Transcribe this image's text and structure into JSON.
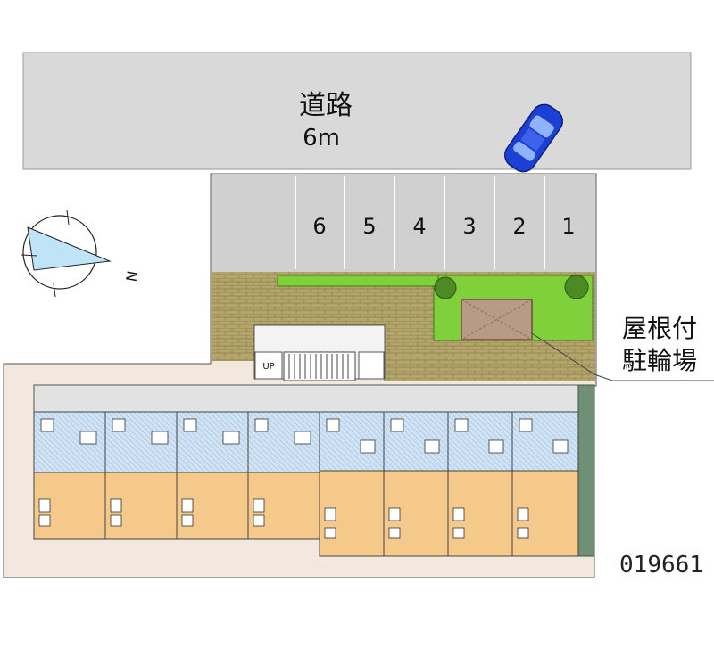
{
  "road": {
    "name": "道路",
    "width": "6m"
  },
  "parking": {
    "spaces": [
      "6",
      "5",
      "4",
      "3",
      "2",
      "1"
    ]
  },
  "compass": {
    "north_label": "N"
  },
  "bike_parking": {
    "line1": "屋根付",
    "line2": "駐輪場"
  },
  "stairs": {
    "label": "UP"
  },
  "property_code": "019661",
  "colors": {
    "road": "#d9d9d9",
    "parking": "#d0d0d0",
    "brick": "#b0a36a",
    "lawn": "#7fd03a",
    "room": "#f5c98a",
    "wet_area": "#b9d8f3",
    "corridor": "#e2e2e2",
    "site": "#f3e8dd",
    "car": "#1c3fd6"
  }
}
